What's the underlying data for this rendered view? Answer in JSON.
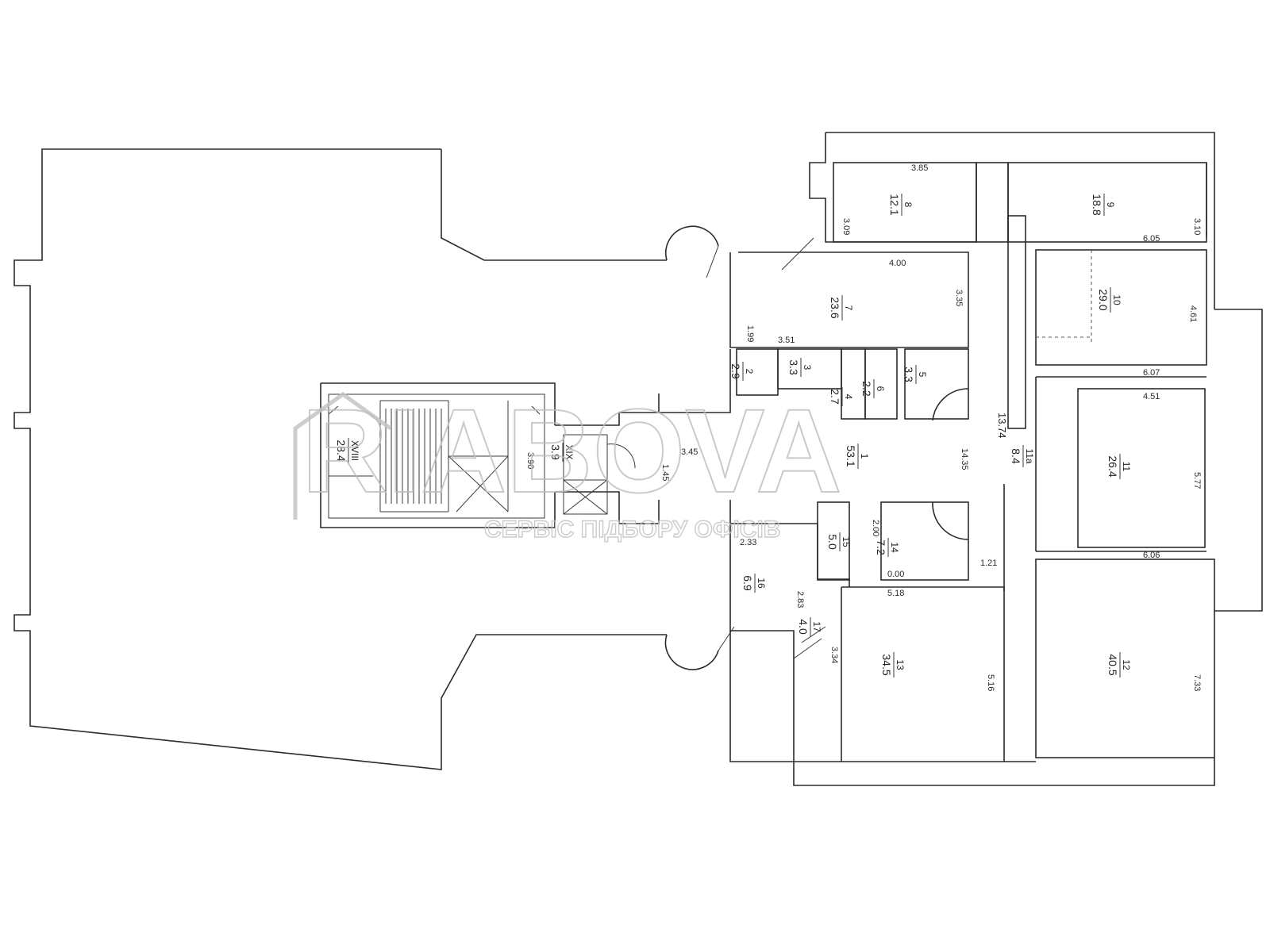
{
  "watermark": {
    "brand": "RIABOVA",
    "tagline": "СЕРВІС ПІДБОРУ ОФІСІВ"
  },
  "rooms": [
    {
      "id": "r8",
      "number": "8",
      "area": "12.1"
    },
    {
      "id": "r9",
      "number": "9",
      "area": "18.8"
    },
    {
      "id": "r7",
      "number": "7",
      "area": "23.6"
    },
    {
      "id": "r10",
      "number": "10",
      "area": "29.0"
    },
    {
      "id": "r2",
      "number": "2",
      "area": "2.9"
    },
    {
      "id": "r3",
      "number": "3",
      "area": "3.3"
    },
    {
      "id": "r4",
      "number": "4",
      "area": "2.7"
    },
    {
      "id": "r6",
      "number": "6",
      "area": "2.2"
    },
    {
      "id": "r5",
      "number": "5",
      "area": "3.3"
    },
    {
      "id": "r1",
      "number": "1",
      "area": "53.1"
    },
    {
      "id": "r11a",
      "number": "11а",
      "area": "8.4"
    },
    {
      "id": "r11",
      "number": "11",
      "area": "26.4"
    },
    {
      "id": "rXVIII",
      "number": "XVIII",
      "area": "28.4"
    },
    {
      "id": "rXIX",
      "number": "XIX",
      "area": "3.9"
    },
    {
      "id": "r15",
      "number": "15",
      "area": "5.0"
    },
    {
      "id": "r14",
      "number": "14",
      "area": "7.2"
    },
    {
      "id": "r16",
      "number": "16",
      "area": "6.9"
    },
    {
      "id": "r17",
      "number": "17",
      "area": "4.0"
    },
    {
      "id": "r13",
      "number": "13",
      "area": "34.5"
    },
    {
      "id": "r12",
      "number": "12",
      "area": "40.5"
    }
  ],
  "dimensions": {
    "d_385": "3.85",
    "d_309": "3.09",
    "d_310": "3.10",
    "d_605": "6.05",
    "d_400": "4.00",
    "d_335": "3.35",
    "d_199": "1.99",
    "d_351": "3.51",
    "d_461": "4.61",
    "d_607": "6.07",
    "d_451": "4.51",
    "d_1374": "13.74",
    "d_577": "5.77",
    "d_390": "3.90",
    "d_145": "1.45",
    "d_345": "3.45",
    "d_1435": "14.35",
    "d_233": "2.33",
    "d_200": "2.00",
    "d_000": "0.00",
    "d_121": "1.21",
    "d_606": "6.06",
    "d_283": "2.83",
    "d_518": "5.18",
    "d_334": "3.34",
    "d_516": "5.16",
    "d_733": "7.33"
  }
}
